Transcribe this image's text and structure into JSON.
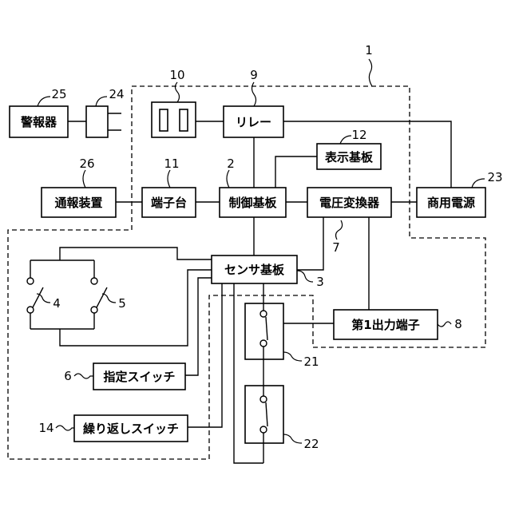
{
  "blocks": {
    "alarm": "警報器",
    "relay": "リレー",
    "display_board": "表示基板",
    "notification_device": "通報装置",
    "terminal_block": "端子台",
    "control_board": "制御基板",
    "voltage_converter": "電圧変換器",
    "commercial_power": "商用電源",
    "sensor_board": "センサ基板",
    "first_output_terminal": "第1出力端子",
    "designation_switch": "指定スイッチ",
    "repeat_switch": "繰り返しスイッチ"
  },
  "ref_numerals": {
    "n1": "1",
    "n2": "2",
    "n3": "3",
    "n4": "4",
    "n5": "5",
    "n6": "6",
    "n7": "7",
    "n8": "8",
    "n9": "9",
    "n10": "10",
    "n11": "11",
    "n12": "12",
    "n14": "14",
    "n21": "21",
    "n22": "22",
    "n23": "23",
    "n24": "24",
    "n25": "25",
    "n26": "26"
  }
}
